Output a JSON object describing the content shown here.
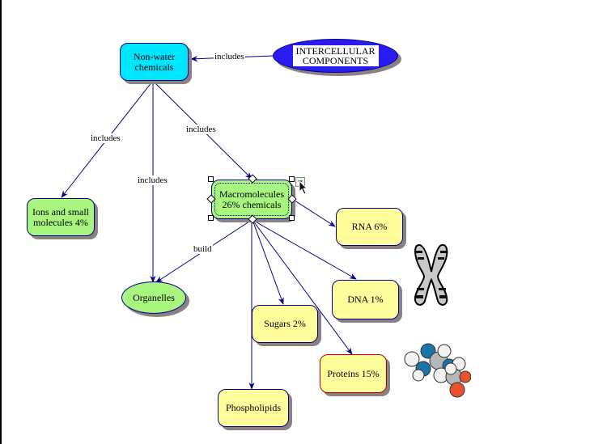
{
  "concept_map": {
    "root": {
      "label_line1": "INTERCELLULAR",
      "label_line2": "COMPONENTS"
    },
    "nodes": {
      "non_water": {
        "line1": "Non-water",
        "line2": "chemicals"
      },
      "ions": {
        "line1": "Ions and small",
        "line2": "molecules 4%"
      },
      "macromolecules": {
        "line1": "Macromolecules",
        "line2": "26% chemicals"
      },
      "organelles": {
        "label": "Organelles"
      },
      "rna": {
        "label": "RNA 6%"
      },
      "dna": {
        "label": "DNA 1%"
      },
      "sugars": {
        "label": "Sugars 2%"
      },
      "proteins": {
        "label": "Proteins 15%"
      },
      "phospholipids": {
        "label": "Phospholipids"
      }
    },
    "link_labels": {
      "root_to_nonwater": "includes",
      "nonwater_to_ions": "includes",
      "nonwater_to_organelles": "includes",
      "nonwater_to_macro": "includes",
      "macro_to_organelles": "build"
    },
    "colors": {
      "link": "#00008b",
      "root_fill": "#2a1cf0",
      "nonwater_fill": "#00e5ff",
      "green_fill": "#a8f57f",
      "yellow_fill": "#fffc9b",
      "proteins_border": "#c00000"
    },
    "images": [
      "chromosome-icon",
      "molecule-icon"
    ]
  }
}
